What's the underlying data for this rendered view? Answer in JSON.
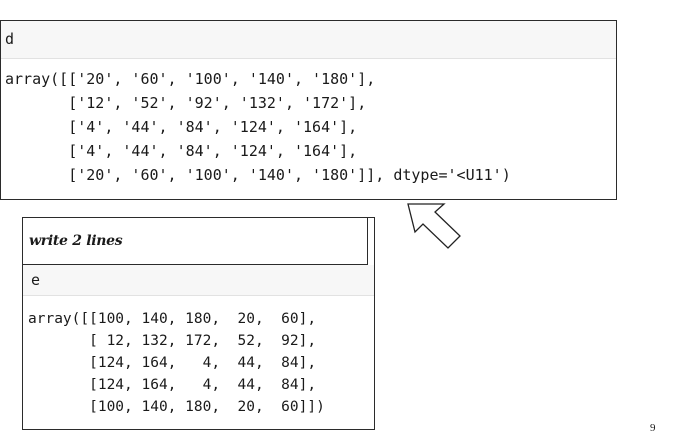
{
  "top_cell": {
    "input": "d",
    "output_lines": [
      "array([['20', '60', '100', '140', '180'],",
      "       ['12', '52', '92', '132', '172'],",
      "       ['4', '44', '84', '124', '164'],",
      "       ['4', '44', '84', '124', '164'],",
      "       ['20', '60', '100', '140', '180']], dtype='<U11')"
    ]
  },
  "bottom_cell": {
    "note": "write  2 lines",
    "input": "e",
    "output_lines": [
      "array([[100, 140, 180,  20,  60],",
      "       [ 12, 132, 172,  52,  92],",
      "       [124, 164,   4,  44,  84],",
      "       [124, 164,   4,  44,  84],",
      "       [100, 140, 180,  20,  60]])"
    ]
  },
  "arrow_icon": "down-right-arrow-outline",
  "page_number": "9"
}
